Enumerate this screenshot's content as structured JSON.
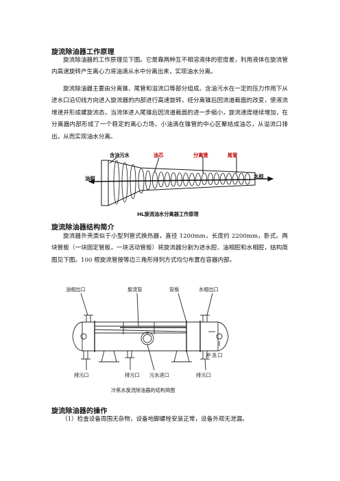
{
  "section1": {
    "title": "旋流除油器工作原理",
    "para1": "旋流除油器的工作原理见下图。它是靠两种互不相溶液体的密度差，利用液体在旋流管内高速旋转产生离心力将油滴从水中分离出来，实现油水分离。",
    "para2": "旋流除油器主要由分离锥、尾管和溢流口等部分组成。含油污水在一定的压力作用下从进水口沿切线方向进入旋流器的内部进行高速旋转，经分离锥后因流道截面的改变，使液流增速并形成螺旋流态，当流体进入尾锥后因流道截面的进一步缩小，旋流速度继续增加，在分离器内部形成了一个稳定的离心力场，小油滴在锥管的中心区聚结成油芯，从溢流口排出，从而实现油水分离。"
  },
  "figure1": {
    "labels": {
      "inlet": "含油污水",
      "core": "油芯",
      "cone": "分离锥",
      "tail": "尾管",
      "oil": "油相",
      "water": "水相"
    },
    "caption": "HL旋流油水分离器工作原理"
  },
  "section2": {
    "title": "旋流除油器结构简介",
    "para1": "旋流器外壳类似于小型列管式换热器，直径 1200mm，长度约 2200mm，卧式。两块管板（一块固定管板，一块活动管板）将旋流器分割为进水腔、油相腔和水相腔，结构简图见下图。100 根旋流管按等边三角形排列方式均匀布置在容器内部。"
  },
  "figure2": {
    "labels": {
      "oil_outlet": "油相出口",
      "tube": "旋流管",
      "tubesheet": "管板",
      "water_outlet": "水相出口",
      "flush": "冲洗口",
      "drain1": "排污口",
      "drain2": "排污口",
      "inlet": "污水进口",
      "drain3": "排污口"
    },
    "caption": "冷焦水旋流除油器的结构简图"
  },
  "section3": {
    "title": "旋流除油器的操作",
    "item1": "（1）检查设备周围无杂物，设备地脚螺栓安装正常，设备外观无泄漏。"
  }
}
